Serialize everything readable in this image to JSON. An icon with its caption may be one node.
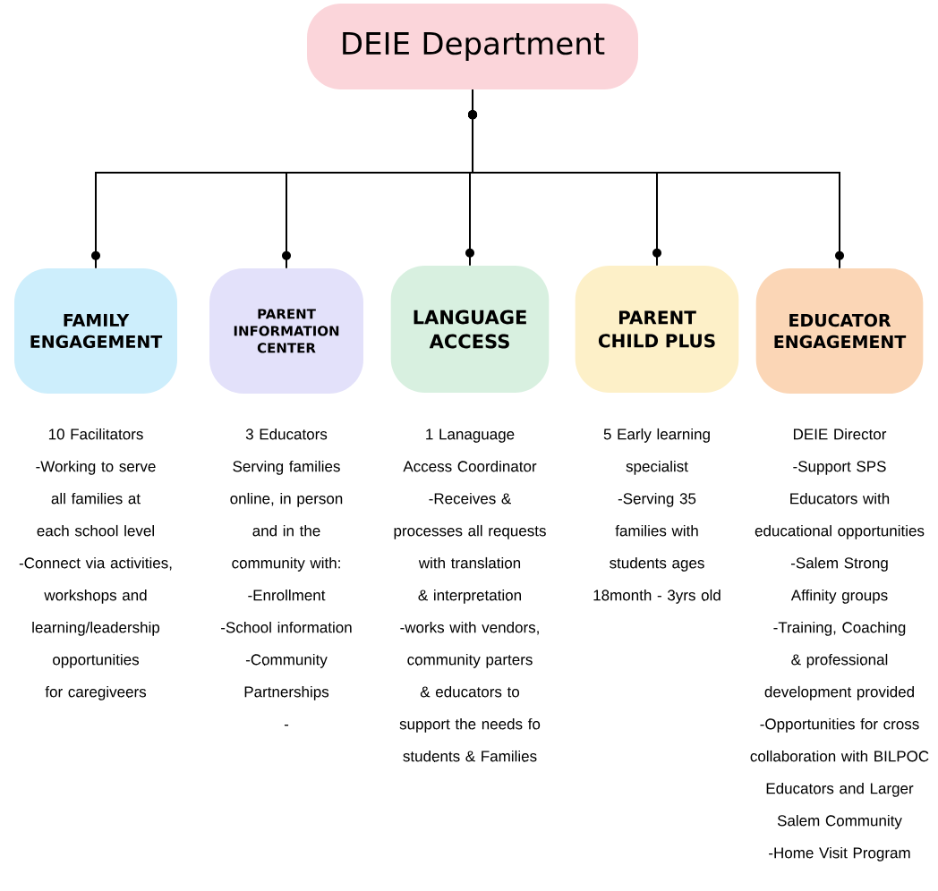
{
  "diagram": {
    "nodes": [
      {
        "text": [
          "DEIE Department"
        ]
      },
      {
        "text": [
          "FAMILY ENGAGEMENT"
        ],
        "beside": [
          "10 Facilitators",
          "-Working to serve all families at each school level",
          "-Connect via activities, workshops and learning/leadership opportunities for caregiveers"
        ]
      },
      {
        "text": [
          "PARENT INFORMATION CENTER"
        ],
        "beside": [
          "3 Educators",
          "Serving families online, in person and in the community with:",
          "-Enrollment",
          "-School information",
          "-Community Partnerships",
          "-"
        ]
      },
      {
        "text": [
          "LANGUAGE ACCESS"
        ],
        "beside": [
          "1 Lanaguage Access Coordinator",
          "-Receives & processes all requests with translation & interpretation",
          "-works with vendors, community parters & educators to support the needs fo students & Families"
        ]
      },
      {
        "text": [
          "PARENT CHILD PLUS"
        ],
        "beside": [
          "5 Early learning specialist",
          "-Serving 35 families with students ages 18month - 3yrs old"
        ]
      },
      {
        "text": [
          "EDUCATOR ENGAGEMENT"
        ],
        "beside": [
          "DEIE Director",
          "-Support SPS Educators with educational opportunities",
          "-Salem Strong Affinity groups",
          "-Training, Coaching & professional development provided",
          "-Opportunities for cross collaboration with BILPOC Educators and Larger Salem Community",
          "-Home Visit Program"
        ]
      }
    ],
    "edges": [
      {
        "from": 0,
        "to": 1,
        "arrow": "other"
      },
      {
        "from": 0,
        "to": 2,
        "arrow": "other"
      },
      {
        "from": 0,
        "to": 3,
        "arrow": "other"
      },
      {
        "from": 0,
        "to": 4,
        "arrow": "other"
      },
      {
        "from": 0,
        "to": 5,
        "arrow": "other"
      }
    ]
  }
}
